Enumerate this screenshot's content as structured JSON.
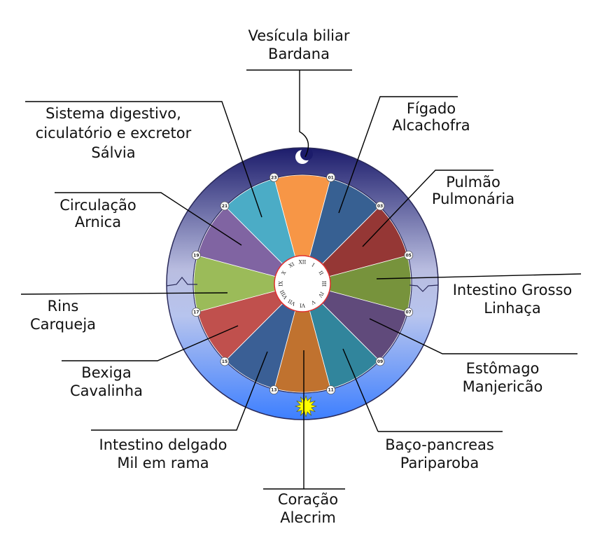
{
  "diagram": {
    "hour_markers": [
      "23",
      "01",
      "03",
      "05",
      "07",
      "09",
      "11",
      "13",
      "15",
      "17",
      "19",
      "21"
    ],
    "roman_numerals": [
      "XII",
      "I",
      "II",
      "III",
      "IV",
      "V",
      "VI",
      "VII",
      "VIII",
      "IX",
      "X",
      "XI"
    ],
    "segments": [
      {
        "hours": "23-01",
        "color": "#f79646",
        "organ": "Vesícula biliar",
        "plant": "Bardana"
      },
      {
        "hours": "01-03",
        "color": "#376092",
        "organ": "Fígado",
        "plant": "Alcachofra"
      },
      {
        "hours": "03-05",
        "color": "#953735",
        "organ": "Pulmão",
        "plant": "Pulmonária"
      },
      {
        "hours": "05-07",
        "color": "#77933c",
        "organ": "Intestino Grosso",
        "plant": "Linhaça"
      },
      {
        "hours": "07-09",
        "color": "#604a7b",
        "organ": "Estômago",
        "plant": "Manjericão"
      },
      {
        "hours": "09-11",
        "color": "#31859c",
        "organ": "Baço-pancreas",
        "plant": "Pariparoba"
      },
      {
        "hours": "11-13",
        "color": "#c0722f",
        "organ": "Coração",
        "plant": "Alecrim"
      },
      {
        "hours": "13-15",
        "color": "#3a5f95",
        "organ": "Intestino delgado",
        "plant": "Mil em rama"
      },
      {
        "hours": "15-17",
        "color": "#c0504d",
        "organ": "Bexiga",
        "plant": "Cavalinha"
      },
      {
        "hours": "17-19",
        "color": "#9bbb59",
        "organ": "Rins",
        "plant": "Carqueja"
      },
      {
        "hours": "19-21",
        "color": "#8064a2",
        "organ": "Circulação",
        "plant": "Arnica"
      },
      {
        "hours": "21-23",
        "color": "#4bacc6",
        "organ": "Sistema digestivo, ciculatório e excretor",
        "plant": "Sálvia"
      }
    ],
    "labels": [
      {
        "name": "label-vesicula",
        "lines": [
          "Vesícula biliar",
          "Bardana"
        ]
      },
      {
        "name": "label-figado",
        "lines": [
          "Fígado",
          "Alcachofra"
        ]
      },
      {
        "name": "label-pulmao",
        "lines": [
          "Pulmão",
          "Pulmonária"
        ]
      },
      {
        "name": "label-intestino-grosso",
        "lines": [
          "Intestino Grosso",
          "Linhaça"
        ]
      },
      {
        "name": "label-estomago",
        "lines": [
          "Estômago",
          "Manjericão"
        ]
      },
      {
        "name": "label-baco-pancreas",
        "lines": [
          "Baço-pancreas",
          "Pariparoba"
        ]
      },
      {
        "name": "label-coracao",
        "lines": [
          "Coração",
          "Alecrim"
        ]
      },
      {
        "name": "label-intestino-delgado",
        "lines": [
          "Intestino delgado",
          "Mil em rama"
        ]
      },
      {
        "name": "label-bexiga",
        "lines": [
          "Bexiga",
          "Cavalinha"
        ]
      },
      {
        "name": "label-rins",
        "lines": [
          "Rins",
          "Carqueja"
        ]
      },
      {
        "name": "label-circulacao",
        "lines": [
          "Circulação",
          "Arnica"
        ]
      },
      {
        "name": "label-sistema-digestivo",
        "lines": [
          "Sistema digestivo,",
          "ciculatório e excretor",
          "Sálvia"
        ]
      }
    ],
    "icons": {
      "night": "moon-icon",
      "day": "sun-icon"
    },
    "colors": {
      "night": "#1c1c6b",
      "day": "#3d7fff",
      "sun": "#ffff00",
      "clock_border": "#e03030"
    }
  }
}
